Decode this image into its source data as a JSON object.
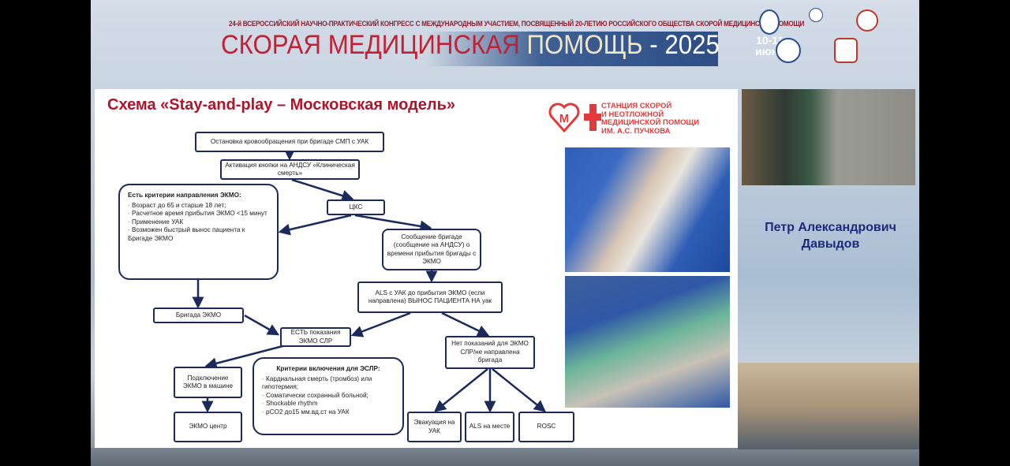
{
  "banner": {
    "subtitle": "24-й ВСЕРОССИЙСКИЙ НАУЧНО-ПРАКТИЧЕСКИЙ КОНГРЕСС С МЕЖДУНАРОДНЫМ УЧАСТИЕМ, ПОСВЯЩЕННЫЙ 20-ЛЕТИЮ РОССИЙСКОГО ОБЩЕСТВА СКОРОЙ МЕДИЦИНСКОЙ ПОМОЩИ",
    "title_part1": "СКОРАЯ МЕДИЦИНСКАЯ ",
    "title_part2": "ПОМОЩЬ",
    "title_part3": " - 2025",
    "dates": "10-11",
    "month": "июня"
  },
  "slide": {
    "title": "Схема «Stay-and-play – Московская модель»",
    "org_logo": [
      "СТАНЦИЯ СКОРОЙ",
      "И НЕОТЛОЖНОЙ",
      "МЕДИЦИНСКОЙ ПОМОЩИ",
      "ИМ. А.С. ПУЧКОВА"
    ],
    "nodes": {
      "arrest": "Остановка кровообращения при бригаде СМП с УАК",
      "activation": "Активация кнопки на АНДСУ «Клиническая смерть»",
      "cks": "ЦКС",
      "criteria_title": "Есть критерии направления ЭКМО:",
      "criteria": [
        "Возраст до 65 и старше 18 лет;",
        "Расчетное время прибытия ЭКМО <15 минут",
        "Применение УАК",
        "Возможен быстрый вынос пациента к Бригаде ЭКМО"
      ],
      "message": "Сообщение бригаде (сообщение на АНДСУ) о времени прибытия бригады с ЭКМО",
      "als": "ALS с УАК до прибытия ЭКМО (если направлена) ВЫНОС ПАЦИЕНТА НА уак",
      "ecmo_team": "Бригада ЭКМО",
      "ecpr_yes": "ЕСТЬ показания ЭКМО СЛР",
      "ecpr_no": "Нет показаний для ЭКМО СЛР/не направлена бригада",
      "connect": "Подключение ЭКМО в машине",
      "incl_title": "Критерии включения для ЭСЛР:",
      "incl": [
        "Кардиальная смерть (тромбоз) или гипотермия;",
        "Соматически сохранный больной;",
        "Shockable rhythm",
        "pCO2 до15  мм.вд.ст на УАК"
      ],
      "ecmo_center": "ЭКМО центр",
      "evac": "Эвакуация на УАК",
      "als_site": "ALS на месте",
      "rosc": "ROSC"
    }
  },
  "speaker": {
    "first": "Петр Александрович",
    "last": "Давыдов"
  }
}
